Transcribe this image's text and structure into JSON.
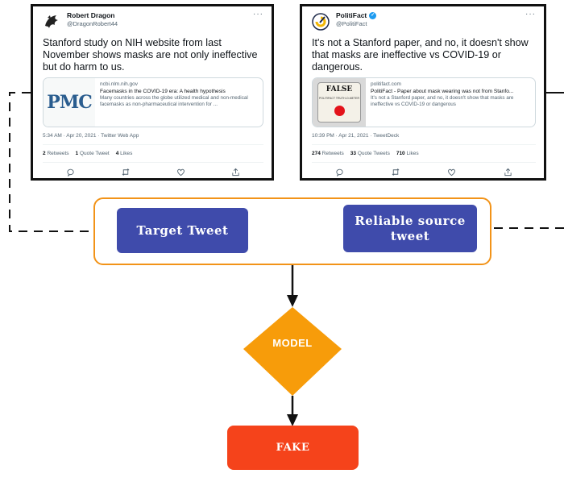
{
  "target_tweet": {
    "author_name": "Robert Dragon",
    "handle": "@DragonRobert44",
    "more": "···",
    "text": "Stanford study on NIH website from last November shows masks are not only ineffective but do harm to us.",
    "card": {
      "thumb_text": "PMC",
      "domain": "ncbi.nlm.nih.gov",
      "title": "Facemasks in the COVID-19 era: A health hypothesis",
      "description": "Many countries across the globe utilized medical and non-medical facemasks as non-pharmaceutical intervention for ..."
    },
    "timestamp": "5:34 AM · Apr 20, 2021 · Twitter Web App",
    "stats": [
      {
        "count": "2",
        "label": "Retweets"
      },
      {
        "count": "1",
        "label": "Quote Tweet"
      },
      {
        "count": "4",
        "label": "Likes"
      }
    ],
    "action_icons": [
      "reply-icon",
      "retweet-icon",
      "like-icon",
      "share-icon"
    ]
  },
  "reliable_tweet": {
    "author_name": "PolitiFact",
    "handle": "@PolitiFact",
    "more": "···",
    "text": "It's not a Stanford paper, and no, it doesn't show that masks are ineffective vs COVID-19 or dangerous.",
    "card": {
      "thumb_text": "FALSE",
      "thumb_subtext": "POLITIFACT TRUTH-O-METER",
      "domain": "politifact.com",
      "title": "PolitiFact - Paper about mask wearing was not from Stanfo...",
      "description": "It's not a Stanford paper, and no, it doesn't show that masks are ineffective vs COVID-19 or dangerous"
    },
    "timestamp": "10:39 PM · Apr 21, 2021 · TweetDeck",
    "stats": [
      {
        "count": "274",
        "label": "Retweets"
      },
      {
        "count": "33",
        "label": "Quote Tweets"
      },
      {
        "count": "710",
        "label": "Likes"
      }
    ],
    "action_icons": [
      "reply-icon",
      "retweet-icon",
      "like-icon",
      "share-icon"
    ]
  },
  "diagram": {
    "target_label": "Target Tweet",
    "reliable_label": "Reliable source tweet",
    "model_label": "MODEL",
    "output_label": "FAKE"
  },
  "colors": {
    "input_border": "#f29318",
    "label_box": "#3f4bab",
    "model_diamond": "#f79c0a",
    "output_box": "#f5431b"
  }
}
